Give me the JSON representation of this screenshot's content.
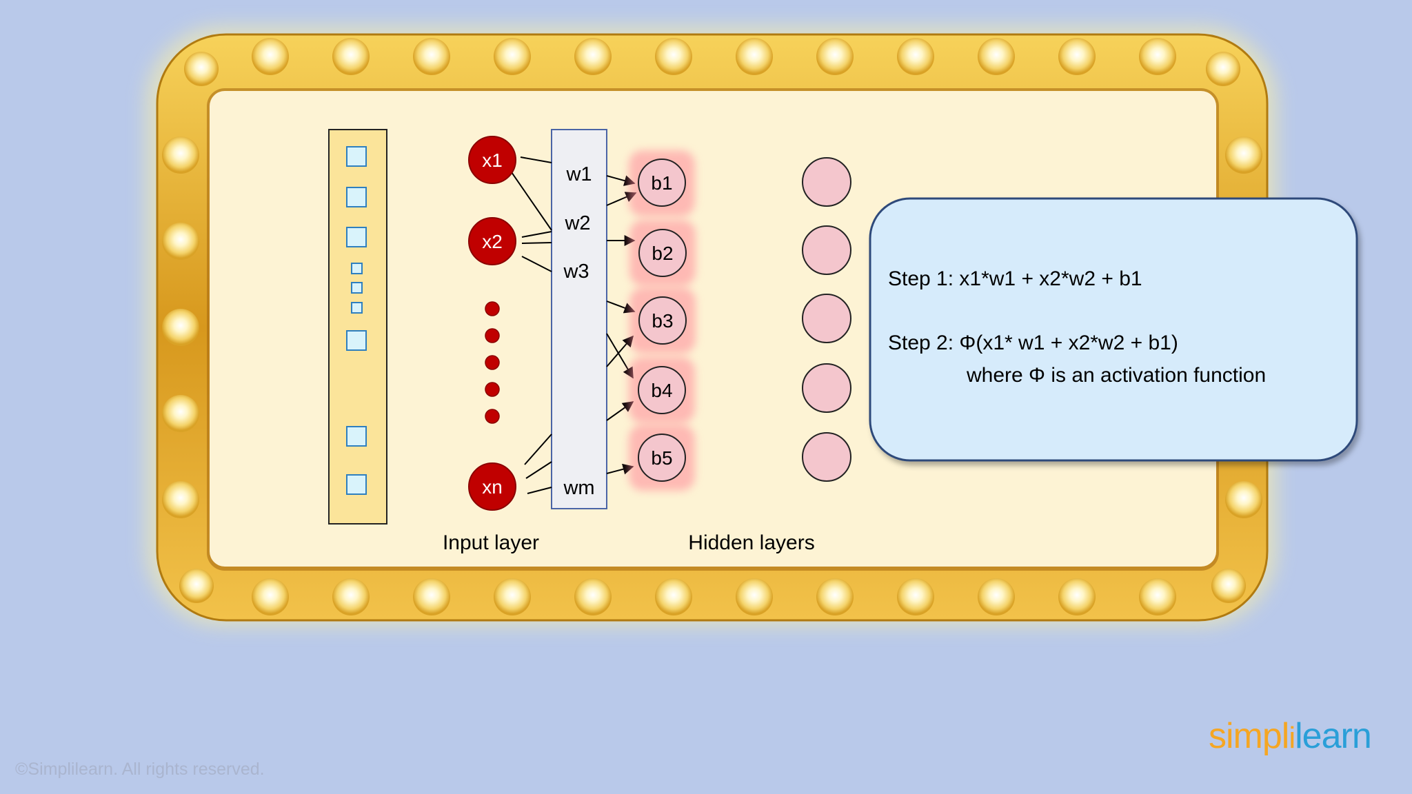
{
  "input_nodes": [
    "x1",
    "x2",
    "xn"
  ],
  "weights": [
    "w1",
    "w2",
    "w3",
    "wm"
  ],
  "bias_nodes": [
    "b1",
    "b2",
    "b3",
    "b4",
    "b5"
  ],
  "labels": {
    "input_layer": "Input layer",
    "hidden_layers": "Hidden layers"
  },
  "steps": {
    "step1": "Step 1: x1*w1 + x2*w2 + b1",
    "step2": "Step 2: Φ(x1* w1 + x2*w2 + b1)",
    "step2_note": "where Φ is an activation function"
  },
  "brand": {
    "part1": "simpl",
    "separator": "i",
    "part2": "learn"
  },
  "copyright": "©Simplilearn. All rights reserved.",
  "colors": {
    "background": "#b9c9ea",
    "frame_gold": "#e0a828",
    "panel": "#fdf3d4",
    "input_node": "#c00000",
    "bias_node": "#f4c6cd",
    "step_box": "#d6ebfb",
    "step_border": "#2e4a7a"
  }
}
